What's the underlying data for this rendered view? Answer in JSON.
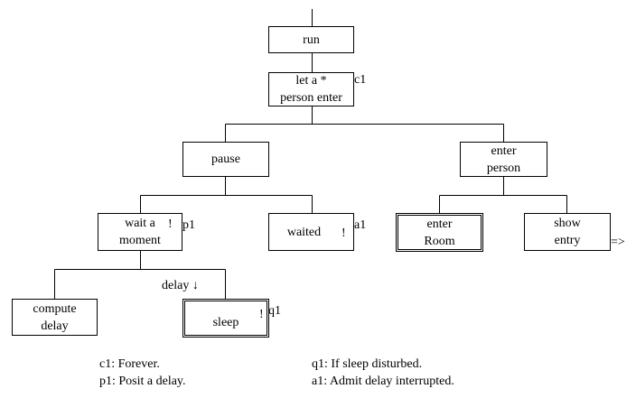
{
  "nodes": {
    "run": {
      "lines": [
        "run"
      ]
    },
    "let_enter": {
      "lines": [
        "let a *",
        "person enter"
      ],
      "tag": "c1"
    },
    "pause": {
      "lines": [
        "pause"
      ]
    },
    "enter_person": {
      "lines": [
        "enter",
        "person"
      ]
    },
    "wait": {
      "lines": [
        "wait a",
        "moment"
      ],
      "mark": "!",
      "tag": "p1"
    },
    "waited": {
      "lines": [
        "waited"
      ],
      "mark": "!",
      "tag": "a1"
    },
    "enter_room": {
      "lines": [
        "enter",
        "Room"
      ]
    },
    "show_entry": {
      "lines": [
        "show",
        "entry"
      ],
      "continuation": "=>"
    },
    "compute": {
      "lines": [
        "compute",
        "delay"
      ]
    },
    "sleep": {
      "lines": [
        "sleep"
      ],
      "mark": "!",
      "tag": "q1"
    }
  },
  "flow_label": "delay ↓",
  "notes": [
    {
      "id": "c1",
      "text": "c1: Forever."
    },
    {
      "id": "p1",
      "text": "p1: Posit a delay."
    },
    {
      "id": "q1",
      "text": "q1: If sleep disturbed."
    },
    {
      "id": "a1",
      "text": "a1: Admit delay interrupted."
    }
  ]
}
